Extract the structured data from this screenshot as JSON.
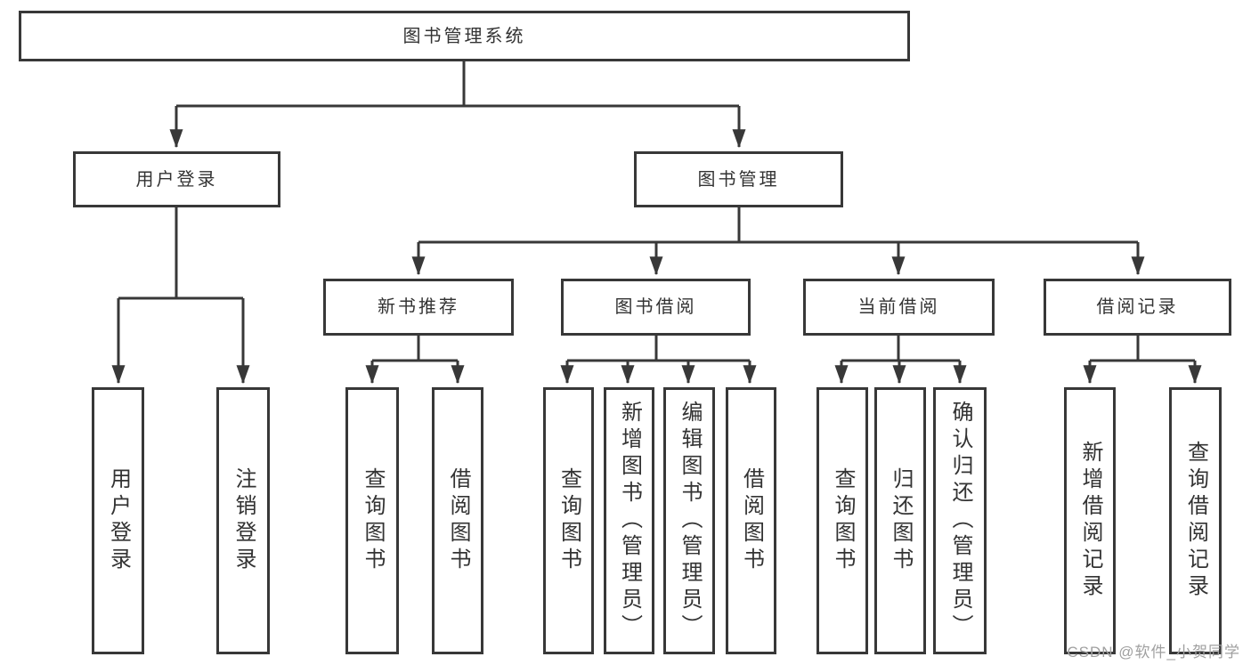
{
  "diagram": {
    "root": "图书管理系统",
    "level2": {
      "user_login": "用户登录",
      "book_mgmt": "图书管理"
    },
    "level3": {
      "new_book_rec": "新书推荐",
      "book_borrow": "图书借阅",
      "current_borrow": "当前借阅",
      "borrow_record": "借阅记录"
    },
    "leaves": {
      "user_login_leaf": "用户登录",
      "logout_leaf": "注销登录",
      "rec_query_books": "查询图书",
      "rec_borrow_books": "借阅图书",
      "borrow_query_books": "查询图书",
      "borrow_add_books": "新增图书（管理员）",
      "borrow_edit_books": "编辑图书（管理员）",
      "borrow_borrow_books": "借阅图书",
      "current_query_books": "查询图书",
      "current_return_books": "归还图书",
      "current_confirm_return": "确认归还（管理员）",
      "record_add": "新增借阅记录",
      "record_query": "查询借阅记录"
    },
    "colors": {
      "line": "#383838",
      "text": "#333333",
      "watermark": "#a0a0a0",
      "background": "#ffffff"
    },
    "watermark": "CSDN @软件_小贺同学"
  }
}
